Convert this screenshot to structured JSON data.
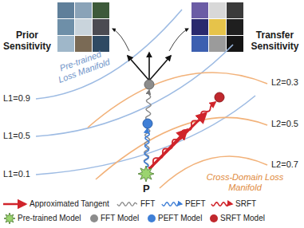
{
  "diagram": {
    "labels": [
      "Prior Sensitivity",
      "Transfer Sensitivity",
      "Pre-trained Loss Manifold",
      "Cross-Domain Loss Manifold",
      "L1=0.9",
      "L1=0.5",
      "L1=0.1",
      "L2=0.3",
      "L2=0.5",
      "L2=0.7",
      "P"
    ],
    "legend": [
      {
        "text": "Approximated Tangent"
      },
      {
        "text": "FFT"
      },
      {
        "text": "PEFT"
      },
      {
        "text": "SRFT"
      },
      {
        "text": "Pre-trained Model"
      },
      {
        "text": "FFT Model"
      },
      {
        "text": "PEFT Model"
      },
      {
        "text": "SRFT Model"
      }
    ]
  }
}
